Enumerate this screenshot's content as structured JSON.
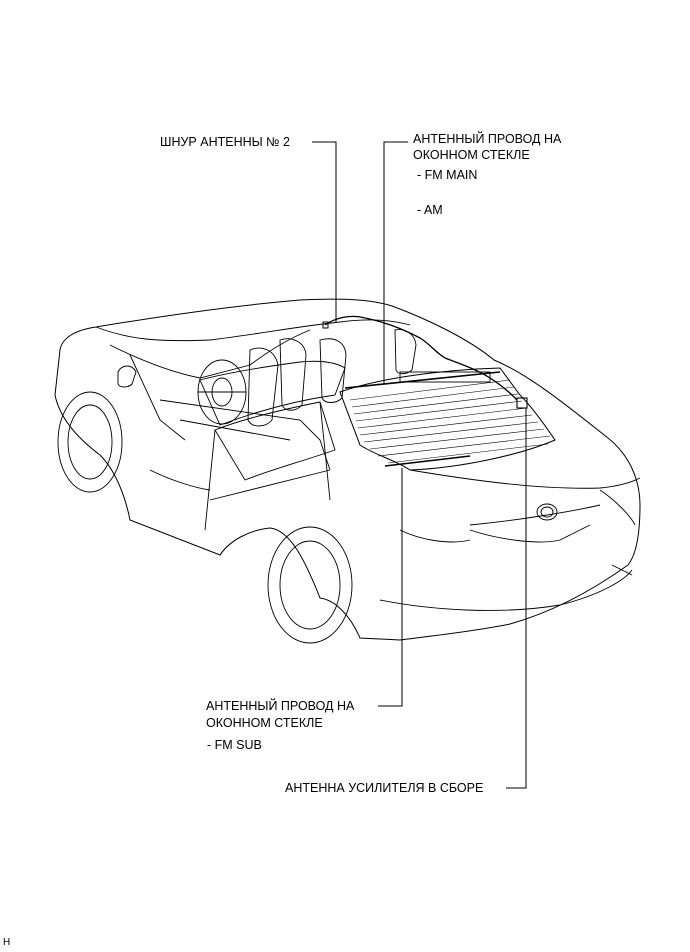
{
  "labels": {
    "antenna_cord_2": "ШНУР АНТЕННЫ № 2",
    "window_wire_top": {
      "line1": "АНТЕННЫЙ ПРОВОД НА",
      "line2": "ОКОННОМ СТЕКЛЕ",
      "item1": "- FM MAIN",
      "item2": "- AM"
    },
    "window_wire_bottom": {
      "line1": "АНТЕННЫЙ ПРОВОД НА",
      "line2": "ОКОННОМ СТЕКЛЕ",
      "item1": "- FM SUB"
    },
    "amplifier": "АНТЕННА УСИЛИТЕЛЯ В СБОРЕ"
  },
  "footer_code": "H"
}
